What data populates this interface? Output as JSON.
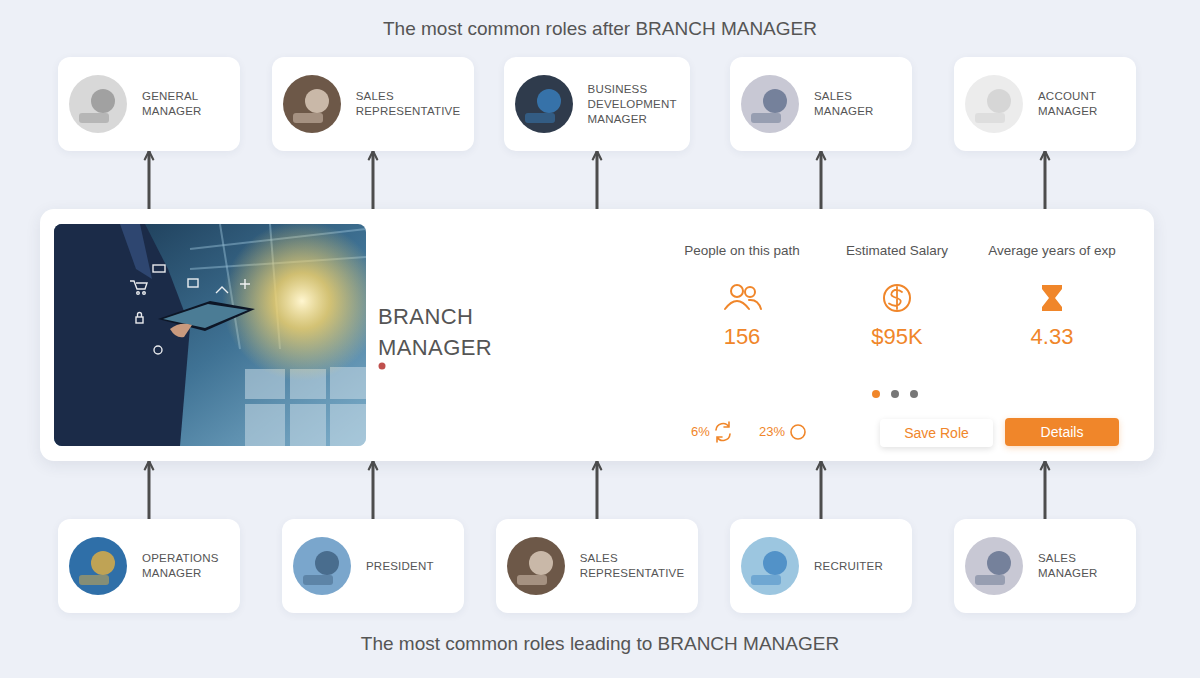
{
  "diagram": {
    "title": "The most common roles after BRANCH MANAGER",
    "caption": "The most common roles leading to BRANCH MANAGER",
    "nodes": [
      {
        "text": [
          "GENERAL MANAGER"
        ]
      },
      {
        "text": [
          "SALES REPRESENTATIVE"
        ]
      },
      {
        "text": [
          "BUSINESS DEVELOPMENT MANAGER"
        ]
      },
      {
        "text": [
          "SALES MANAGER"
        ]
      },
      {
        "text": [
          "ACCOUNT MANAGER"
        ]
      },
      {
        "text": [
          "BRANCH MANAGER"
        ]
      },
      {
        "text": [
          "Save Role"
        ],
        "in": 5
      },
      {
        "text": [
          "Details"
        ],
        "in": 5
      },
      {
        "text": [
          "OPERATIONS MANAGER"
        ]
      },
      {
        "text": [
          "PRESIDENT"
        ]
      },
      {
        "text": [
          "SALES REPRESENTATIVE"
        ]
      },
      {
        "text": [
          "RECRUITER"
        ]
      },
      {
        "text": [
          "SALES MANAGER"
        ]
      }
    ],
    "edges": [
      {
        "from": 5,
        "to": 0,
        "arrow": "to"
      },
      {
        "from": 5,
        "to": 1,
        "arrow": "to"
      },
      {
        "from": 5,
        "to": 2,
        "arrow": "to"
      },
      {
        "from": 5,
        "to": 3,
        "arrow": "to"
      },
      {
        "from": 5,
        "to": 4,
        "arrow": "to"
      },
      {
        "from": 8,
        "to": 5,
        "arrow": "to"
      },
      {
        "from": 9,
        "to": 5,
        "arrow": "to"
      },
      {
        "from": 10,
        "to": 5,
        "arrow": "to"
      },
      {
        "from": 11,
        "to": 5,
        "arrow": "to"
      },
      {
        "from": 12,
        "to": 5,
        "arrow": "to"
      }
    ],
    "labels": [
      "People on this path",
      "156",
      "Estimated Salary",
      "$95K",
      "Average years of exp",
      "4.33",
      "6%",
      "23%"
    ]
  }
}
